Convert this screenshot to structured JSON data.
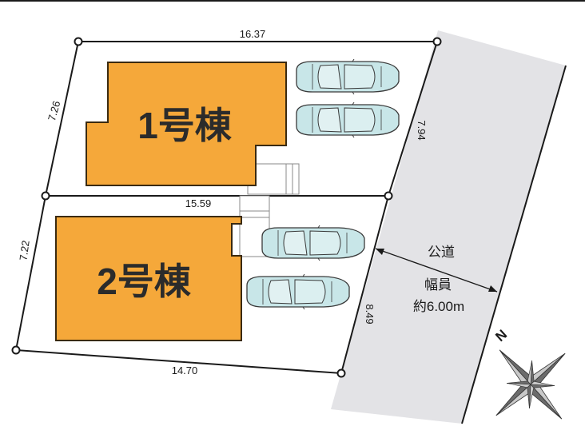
{
  "lots": {
    "lot1": {
      "building_label": "1号棟",
      "dimensions": {
        "top": "16.37",
        "left": "7.26",
        "right": "7.94",
        "shared": "15.59"
      }
    },
    "lot2": {
      "building_label": "2号棟",
      "dimensions": {
        "left": "7.22",
        "bottom": "14.70",
        "right": "8.49"
      }
    }
  },
  "road": {
    "name": "公道",
    "width_label": "幅員",
    "width_value": "約6.00m"
  },
  "compass": {
    "north_letter": "N"
  },
  "colors": {
    "building": "#F5A83A",
    "building_outline": "#3a2a10",
    "road": "#E3E3E6",
    "car_body": "#C8E6E8",
    "car_outline": "#3a3a3a",
    "boundary": "#1a1a1a",
    "compass_dark": "#6b6b6b",
    "compass_light": "#c9c9c9"
  }
}
